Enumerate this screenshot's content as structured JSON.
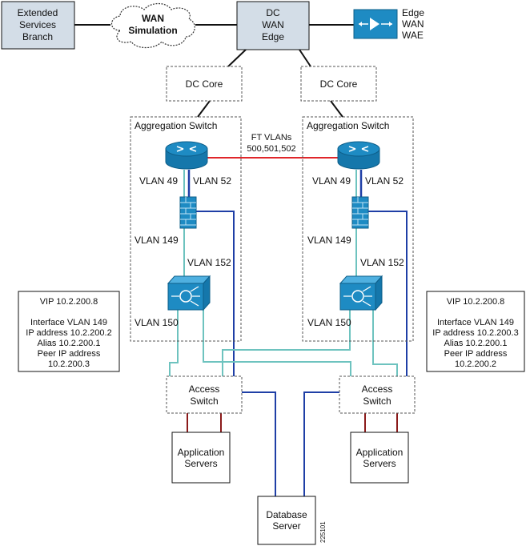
{
  "colors": {
    "box_fill": "#d3dde7",
    "device_blue": "#1e8bc3",
    "red_link": "#e0262a",
    "dark_blue_link": "#1f3fa6",
    "teal_link": "#6ec3bf",
    "dark_red_link": "#8b1a1a",
    "black_link": "#111111"
  },
  "nodes": {
    "branch_line1": "Extended",
    "branch_line2": "Services",
    "branch_line3": "Branch",
    "wan_line1": "WAN",
    "wan_line2": "Simulation",
    "dc_edge_line1": "DC",
    "dc_edge_line2": "WAN",
    "dc_edge_line3": "Edge",
    "edge_wae_line1": "Edge",
    "edge_wae_line2": "WAN",
    "edge_wae_line3": "WAE",
    "dc_core_left": "DC Core",
    "dc_core_right": "DC Core",
    "agg_left": "Aggregation Switch",
    "agg_right": "Aggregation Switch",
    "ft_line1": "FT VLANs",
    "ft_line2": "500,501,502",
    "access_left_line1": "Access",
    "access_left_line2": "Switch",
    "access_right_line1": "Access",
    "access_right_line2": "Switch",
    "app_left_line1": "Application",
    "app_left_line2": "Servers",
    "app_right_line1": "Application",
    "app_right_line2": "Servers",
    "db_line1": "Database",
    "db_line2": "Server",
    "figure_id": "225101"
  },
  "vlan_labels": {
    "left_vlan49": "VLAN 49",
    "left_vlan52": "VLAN 52",
    "left_vlan149": "VLAN 149",
    "left_vlan152": "VLAN 152",
    "left_vlan150": "VLAN 150",
    "right_vlan49": "VLAN 49",
    "right_vlan52": "VLAN 52",
    "right_vlan149": "VLAN 149",
    "right_vlan152": "VLAN 152",
    "right_vlan150": "VLAN 150"
  },
  "info_left": {
    "line1": "VIP 10.2.200.8",
    "line2": "Interface VLAN 149",
    "line3": "IP address 10.2.200.2",
    "line4": "Alias 10.2.200.1",
    "line5": "Peer IP address",
    "line6": "10.2.200.3"
  },
  "info_right": {
    "line1": "VIP 10.2.200.8",
    "line2": "Interface VLAN 149",
    "line3": "IP address 10.2.200.3",
    "line4": "Alias 10.2.200.1",
    "line5": "Peer IP address",
    "line6": "10.2.200.2"
  }
}
